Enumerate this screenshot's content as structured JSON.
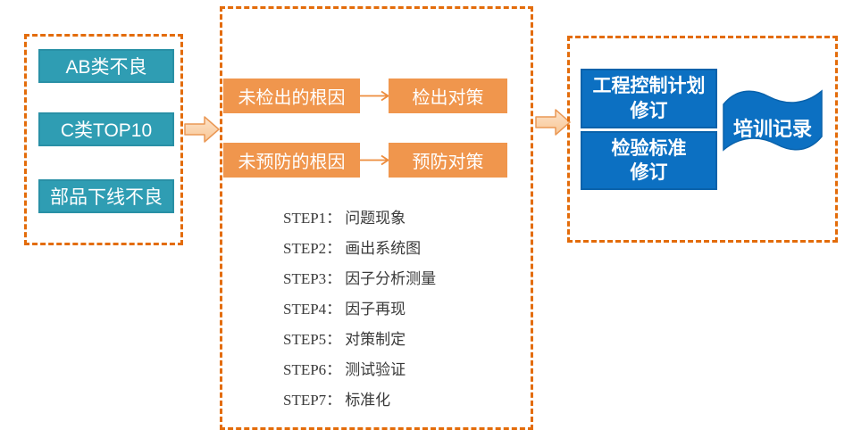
{
  "palette": {
    "dash_border": "#E36C0A",
    "teal_fill": "#2F9DB3",
    "teal_border": "#2990A6",
    "orange_fill": "#F0964D",
    "blue_fill": "#0C70C2",
    "blue_border": "#0A62AB",
    "block_arrow_fill_top": "#FDE3C9",
    "block_arrow_fill_bottom": "#F8C795",
    "block_arrow_stroke": "#EA9855",
    "connector_arrow": "#ED8C3D",
    "step_text_color": "#3A3A3A"
  },
  "inputs": {
    "items": [
      {
        "label": "AB类不良"
      },
      {
        "label": "C类TOP10"
      },
      {
        "label": "部品下线不良"
      }
    ]
  },
  "analysis": {
    "rows": [
      {
        "cause": "未检出的根因",
        "action": "检出对策"
      },
      {
        "cause": "未预防的根因",
        "action": "预防对策"
      }
    ],
    "steps": [
      {
        "prefix": "STEP1：",
        "text": "问题现象"
      },
      {
        "prefix": "STEP2：",
        "text": "画出系统图"
      },
      {
        "prefix": "STEP3：",
        "text": "因子分析测量"
      },
      {
        "prefix": "STEP4：",
        "text": "因子再现"
      },
      {
        "prefix": "STEP5：",
        "text": "对策制定"
      },
      {
        "prefix": "STEP6：",
        "text": "测试验证"
      },
      {
        "prefix": "STEP7：",
        "text": "标准化"
      }
    ]
  },
  "outputs": {
    "boxes": [
      {
        "line1": "工程控制计划",
        "line2": "修订"
      },
      {
        "line1": "检验标准",
        "line2": "修订"
      }
    ],
    "flag_label": "培训记录"
  }
}
